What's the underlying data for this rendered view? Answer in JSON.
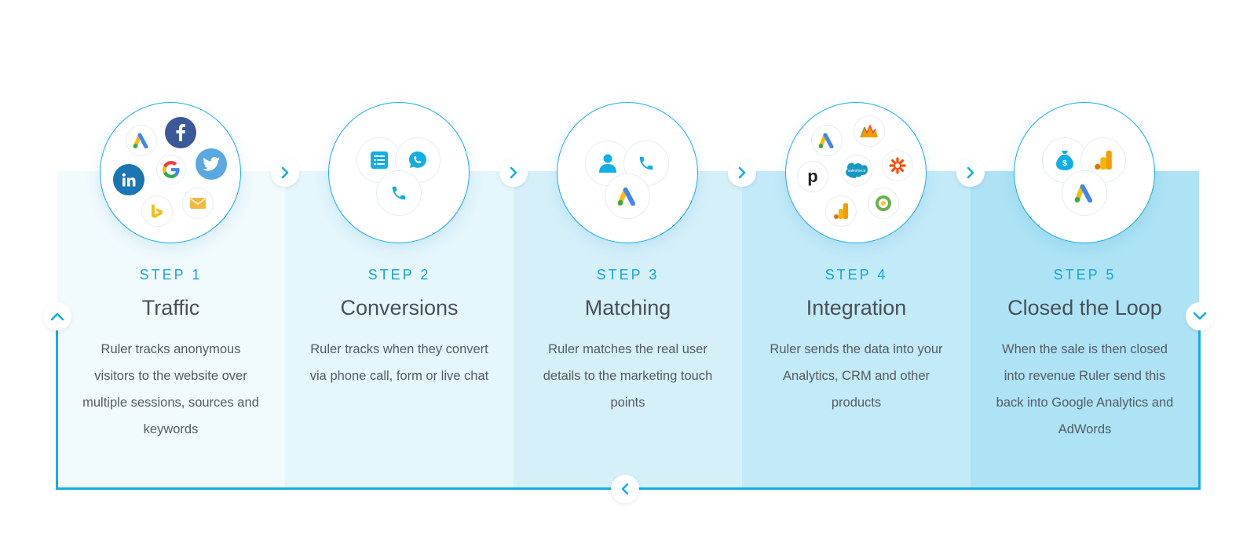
{
  "steps": [
    {
      "label": "STEP 1",
      "title": "Traffic",
      "description": "Ruler tracks anonymous visitors to the website over multiple sessions, sources and keywords",
      "icons": [
        "adwords-icon",
        "facebook-icon",
        "twitter-icon",
        "linkedin-icon",
        "google-icon",
        "bing-icon",
        "email-icon"
      ]
    },
    {
      "label": "STEP 2",
      "title": "Conversions",
      "description": "Ruler tracks when they convert via phone call, form or live chat",
      "icons": [
        "form-icon",
        "live-chat-icon",
        "phone-icon"
      ]
    },
    {
      "label": "STEP 3",
      "title": "Matching",
      "description": "Ruler matches the real user details to the marketing touch points",
      "icons": [
        "user-icon",
        "phone-icon",
        "adwords-icon"
      ]
    },
    {
      "label": "STEP 4",
      "title": "Integration",
      "description": "Ruler sends the data into your Analytics, CRM and other products",
      "icons": [
        "adwords-icon",
        "dynamics-icon",
        "pipedrive-icon",
        "salesforce-icon",
        "zapier-icon",
        "analytics-icon",
        "copper-icon"
      ]
    },
    {
      "label": "STEP 5",
      "title": "Closed the Loop",
      "description": "When the sale is then closed into revenue Ruler send this back into Google Analytics and AdWords",
      "icons": [
        "money-bag-icon",
        "analytics-icon",
        "adwords-icon"
      ]
    }
  ],
  "brand": {
    "accent": "#12aee6",
    "facebook": "#3b5998",
    "twitter": "#5aa8e0",
    "linkedin": "#1b75b2",
    "bing": "#f4bd1e",
    "analytics": "#f59c00"
  },
  "salesforce_mark": "salesforce",
  "pipedrive_mark": "p"
}
